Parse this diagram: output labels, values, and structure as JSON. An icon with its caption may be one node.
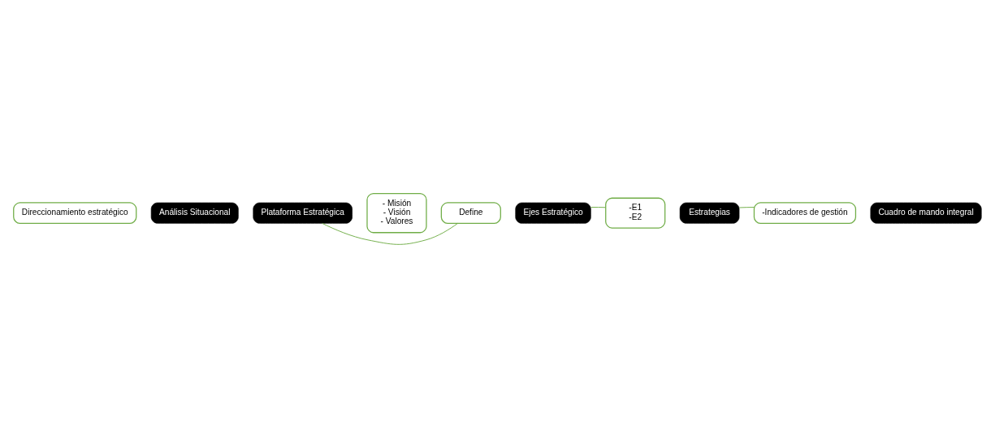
{
  "diagram": {
    "nodes": [
      {
        "text": [
          "Direccionamiento estratégico"
        ]
      },
      {
        "text": [
          "Análisis Situacional"
        ]
      },
      {
        "text": [
          "Plataforma Estratégica"
        ]
      },
      {
        "text": [
          "- Misión",
          "- Visión",
          "- Valores"
        ]
      },
      {
        "text": [
          "Define"
        ]
      },
      {
        "text": [
          "Ejes Estratégico"
        ]
      },
      {
        "text": [
          "-E1",
          "-E2"
        ]
      },
      {
        "text": [
          "Estrategias"
        ]
      },
      {
        "text": [
          "-Indicadores de gestión"
        ]
      },
      {
        "text": [
          "Cuadro de mando integral"
        ]
      }
    ],
    "edges": [
      {
        "from": 2,
        "to": 4,
        "arrow": "none"
      },
      {
        "from": 5,
        "to": 6,
        "arrow": "none"
      },
      {
        "from": 7,
        "to": 8,
        "arrow": "none"
      }
    ]
  }
}
